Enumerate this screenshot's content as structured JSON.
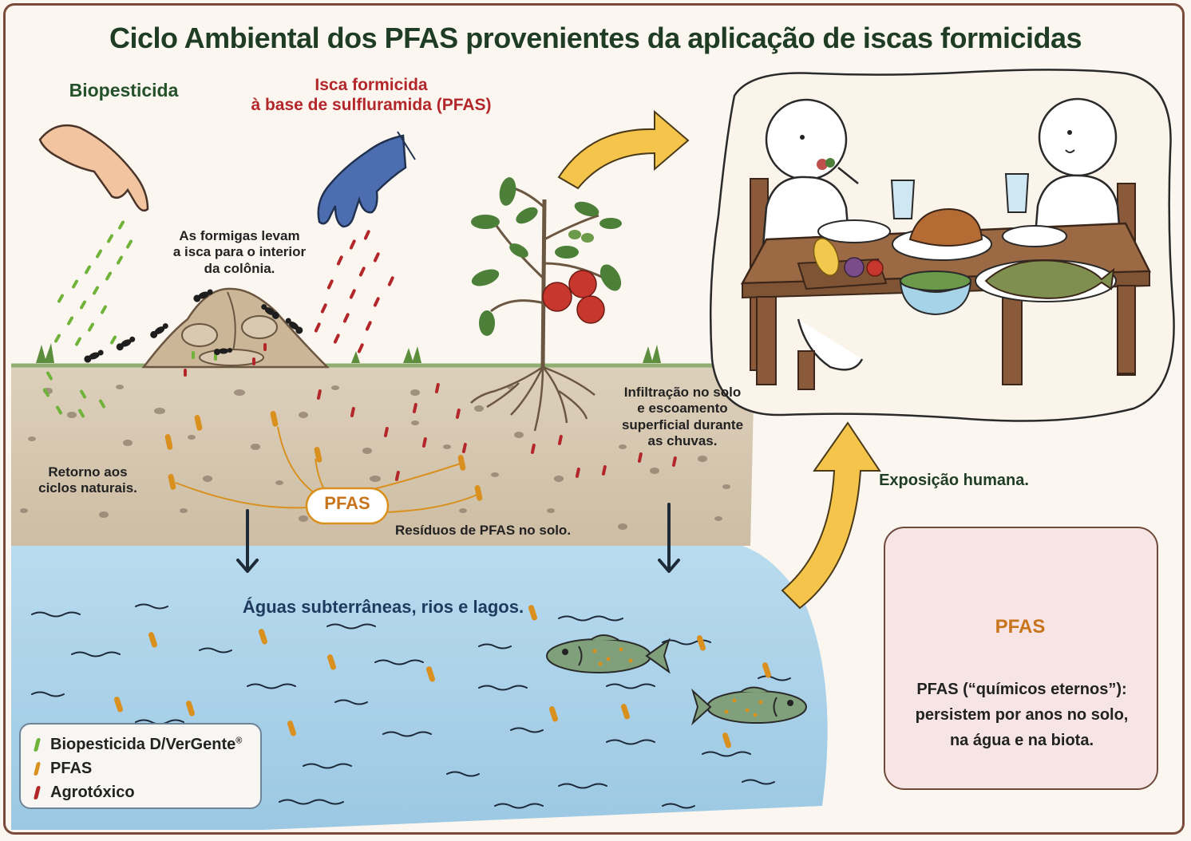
{
  "title": "Ciclo Ambiental dos PFAS provenientes da aplicação de iscas formicidas",
  "labels": {
    "biopesticide": "Biopesticida",
    "bait_line1": "Isca formicida",
    "bait_line2": "à base de sulfluramida (PFAS)",
    "ants_line1": "As formigas levam",
    "ants_line2": "a isca para o interior",
    "ants_line3": "da colônia.",
    "return_line1": "Retorno aos",
    "return_line2": "ciclos naturais.",
    "infiltration_line1": "Infiltração no solo",
    "infiltration_line2": "e escoamento",
    "infiltration_line3": "superficial durante",
    "infiltration_line4": "as chuvas.",
    "soil_residue": "Resíduos de PFAS no solo.",
    "water": "Águas subterrâneas, rios e lagos.",
    "human_exposure": "Exposição humana.",
    "pfas_bubble": "PFAS"
  },
  "info_box": {
    "pfas": "PFAS",
    "line1": "PFAS (“químicos eternos”):",
    "line2": "persistem por anos no solo,",
    "line3": "na água e na biota."
  },
  "legend": {
    "items": [
      {
        "label": "Biopesticida D/VerGente",
        "mark": "®",
        "color": "#6fb33a"
      },
      {
        "label": "PFAS",
        "mark": "",
        "color": "#d9901e"
      },
      {
        "label": "Agrotóxico",
        "mark": "",
        "color": "#b3262a"
      }
    ]
  },
  "colors": {
    "biopesticide": "#6fb33a",
    "pfas": "#d9901e",
    "pesticide": "#b3262a",
    "soil": "#d9cbb6",
    "water": "#a9cfe6",
    "arrow": "#f5c44a",
    "frame": "#7a4b3a"
  },
  "icons": [
    "hand-icon",
    "gloved-hand-icon",
    "anthill-icon",
    "ant-icon",
    "tomato-plant-icon",
    "fish-icon",
    "people-eating-icon",
    "molecule-icon",
    "cycle-arrows-icon",
    "down-arrow-icon",
    "curved-arrow-icon"
  ]
}
